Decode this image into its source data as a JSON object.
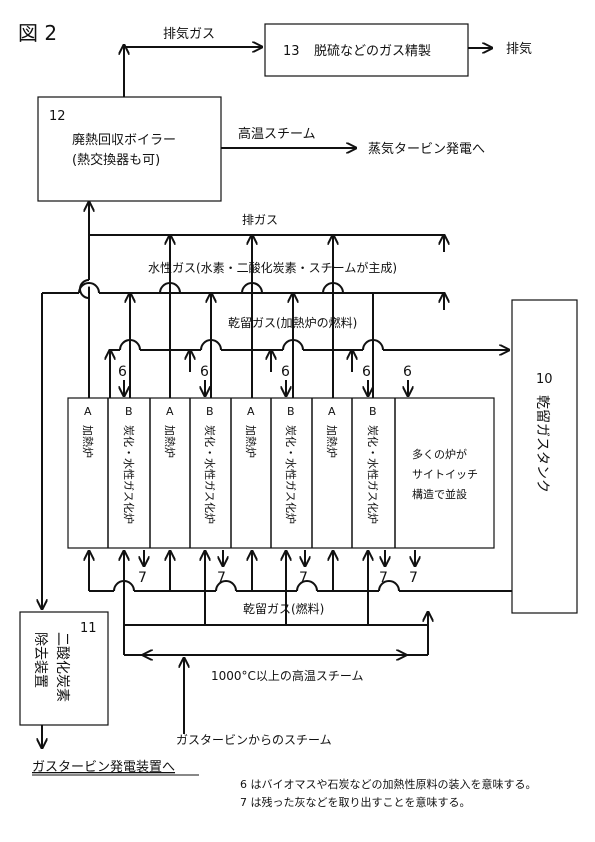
{
  "figure_label": "図 2",
  "box13": {
    "num": "13",
    "label": "脱硫などのガス精製"
  },
  "box12": {
    "num": "12",
    "line1": "廃熱回収ボイラー",
    "line2": "(熱交換器も可)"
  },
  "box10": {
    "num": "10",
    "label": "乾留ガスタンク"
  },
  "box11": {
    "num": "11",
    "col1": "二酸化炭素",
    "col2": "除去装置"
  },
  "labels": {
    "exhaust_gas_top": "排気ガス",
    "exhaust": "排気",
    "high_temp_steam": "高温スチーム",
    "to_steam_turbine": "蒸気タービン発電へ",
    "exhaust_gas": "排ガス",
    "water_gas": "水性ガス(水素・二酸化炭素・スチームが主成)",
    "dry_gas_heating": "乾留ガス(加熱炉の燃料)",
    "dry_gas_fuel": "乾留ガス(燃料)",
    "steam_1000": "1000°C以上の高温スチーム",
    "steam_from_turbine": "ガスタービンからのスチーム",
    "to_gas_turbine": "ガスタービン発電装置へ",
    "six": "6",
    "seven": "7"
  },
  "furnaces": [
    {
      "letter": "A",
      "name": "加熱炉"
    },
    {
      "letter": "B",
      "name": "炭化・水性ガス化炉"
    },
    {
      "letter": "A",
      "name": "加熱炉"
    },
    {
      "letter": "B",
      "name": "炭化・水性ガス化炉"
    },
    {
      "letter": "A",
      "name": "加熱炉"
    },
    {
      "letter": "B",
      "name": "炭化・水性ガス化炉"
    },
    {
      "letter": "A",
      "name": "加熱炉"
    },
    {
      "letter": "B",
      "name": "炭化・水性ガス化炉"
    }
  ],
  "many_furnaces": [
    "多くの炉が",
    "サイトイッチ",
    "構造で並設"
  ],
  "notes": [
    "6 はバイオマスや石炭などの加熱性原料の装入を意味する。",
    "7 は残った灰などを取り出すことを意味する。"
  ]
}
